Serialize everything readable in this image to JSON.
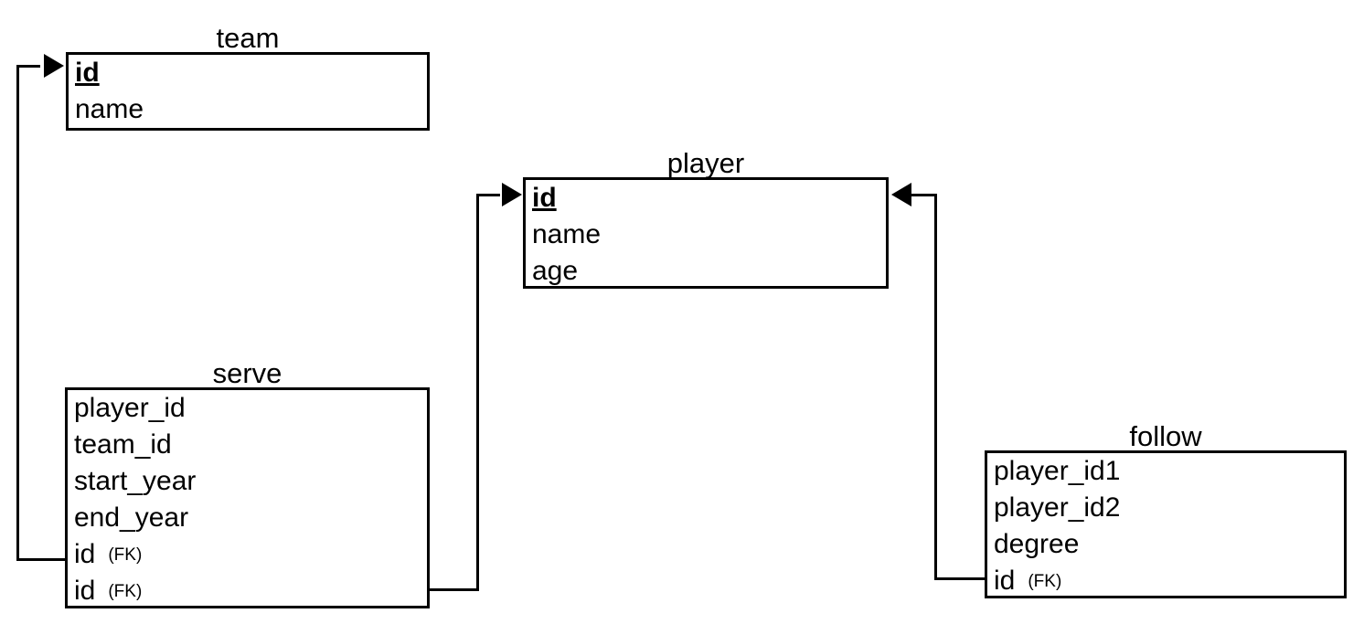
{
  "diagram": {
    "type": "entity-relationship-diagram",
    "background_color": "#ffffff",
    "line_color": "#000000",
    "entities": [
      {
        "name": "team",
        "title": "team",
        "attributes": [
          {
            "name": "id",
            "key": "PK",
            "tag": ""
          },
          {
            "name": "name",
            "key": "",
            "tag": ""
          }
        ]
      },
      {
        "name": "player",
        "title": "player",
        "attributes": [
          {
            "name": "id",
            "key": "PK",
            "tag": ""
          },
          {
            "name": "name",
            "key": "",
            "tag": ""
          },
          {
            "name": "age",
            "key": "",
            "tag": ""
          }
        ]
      },
      {
        "name": "serve",
        "title": "serve",
        "attributes": [
          {
            "name": "player_id",
            "key": "",
            "tag": ""
          },
          {
            "name": "team_id",
            "key": "",
            "tag": ""
          },
          {
            "name": "start_year",
            "key": "",
            "tag": ""
          },
          {
            "name": "end_year",
            "key": "",
            "tag": ""
          },
          {
            "name": "id",
            "key": "FK",
            "tag": "(FK)"
          },
          {
            "name": "id",
            "key": "FK",
            "tag": "(FK)"
          }
        ]
      },
      {
        "name": "follow",
        "title": "follow",
        "attributes": [
          {
            "name": "player_id1",
            "key": "",
            "tag": ""
          },
          {
            "name": "player_id2",
            "key": "",
            "tag": ""
          },
          {
            "name": "degree",
            "key": "",
            "tag": ""
          },
          {
            "name": "id",
            "key": "FK",
            "tag": "(FK)"
          }
        ]
      }
    ],
    "relationships": [
      {
        "from": "serve",
        "from_attribute": "id (FK)",
        "to": "team",
        "to_attribute": "id",
        "arrow": "right"
      },
      {
        "from": "serve",
        "from_attribute": "id (FK)",
        "to": "player",
        "to_attribute": "id",
        "arrow": "right"
      },
      {
        "from": "follow",
        "from_attribute": "id (FK)",
        "to": "player",
        "to_attribute": "id",
        "arrow": "left"
      }
    ]
  }
}
